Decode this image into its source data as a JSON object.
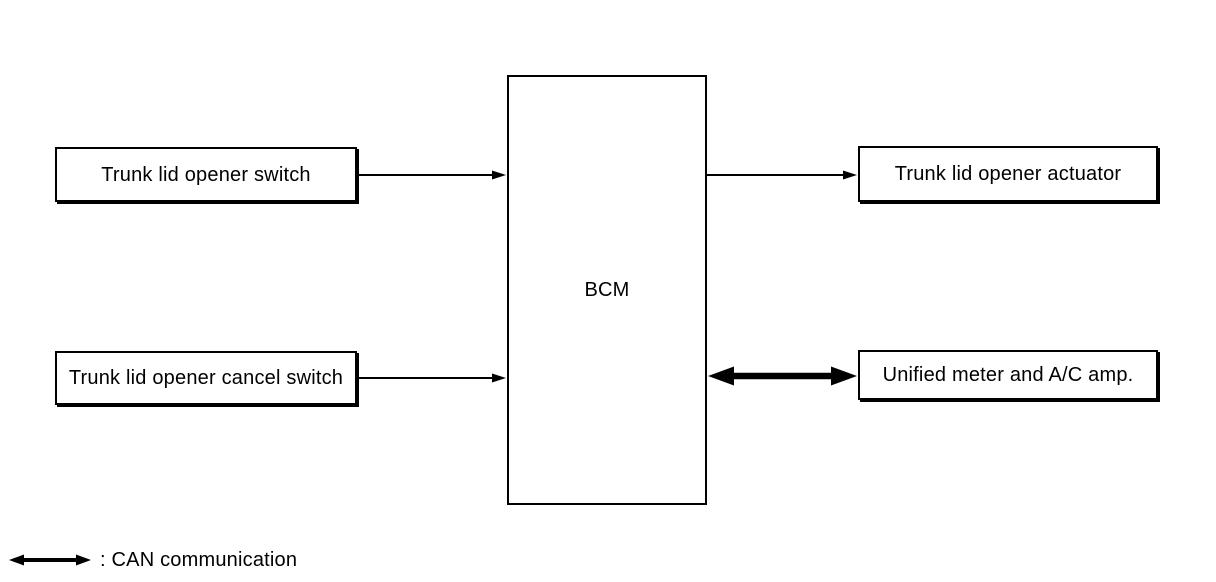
{
  "diagram": {
    "boxes": [
      {
        "id": "trunk-lid-opener-switch",
        "label": "Trunk lid opener switch"
      },
      {
        "id": "trunk-lid-opener-cancel-switch",
        "label": "Trunk lid opener cancel switch"
      },
      {
        "id": "bcm",
        "label": "BCM"
      },
      {
        "id": "trunk-lid-opener-actuator",
        "label": "Trunk lid opener actuator"
      },
      {
        "id": "unified-meter-ac-amp",
        "label": "Unified meter and A/C amp."
      }
    ],
    "arrows": [
      {
        "name": "trunk-lid-opener-switch-to-bcm",
        "from": "trunk-lid-opener-switch",
        "to": "bcm",
        "style": "thin",
        "heads": "end"
      },
      {
        "name": "trunk-lid-opener-cancel-switch-to-bcm",
        "from": "trunk-lid-opener-cancel-switch",
        "to": "bcm",
        "style": "thin",
        "heads": "end"
      },
      {
        "name": "bcm-to-trunk-lid-opener-actuator",
        "from": "bcm",
        "to": "trunk-lid-opener-actuator",
        "style": "thin",
        "heads": "end"
      },
      {
        "name": "bcm-can-unified-meter-ac-amp",
        "from": "bcm",
        "to": "unified-meter-ac-amp",
        "style": "thick",
        "heads": "both"
      }
    ],
    "legend": {
      "symbol": "can-double-arrow",
      "label": ": CAN communication"
    },
    "colors": {
      "line": "#000000",
      "text": "#000000",
      "box_fill": "#ffffff",
      "background": "#ffffff"
    }
  }
}
